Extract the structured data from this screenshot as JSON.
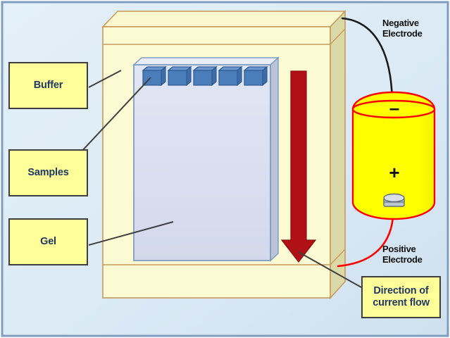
{
  "figure": {
    "title": "Gel electrophoresis apparatus diagram",
    "background_color": "#dfeef7",
    "frame_color": "#7f9dc0"
  },
  "callouts": [
    {
      "id": "buffer",
      "label": "Buffer",
      "points_to": "buffer-solution-in-tank"
    },
    {
      "id": "samples",
      "label": "Samples",
      "points_to": "sample-wells"
    },
    {
      "id": "gel",
      "label": "Gel",
      "points_to": "gel-slab"
    },
    {
      "id": "current",
      "label": "Direction of\ncurrent flow",
      "line1": "Direction of",
      "line2": "current flow",
      "points_to": "current-flow-arrow"
    }
  ],
  "electrodes": {
    "negative": {
      "line1": "Negative",
      "line2": "Electrode",
      "symbol": "–",
      "wire_color": "#1a1a1a"
    },
    "positive": {
      "line1": "Positive",
      "line2": "Electrode",
      "symbol": "+",
      "wire_color": "#ff0000"
    }
  },
  "battery": {
    "body_color": "#ffff00",
    "outline_color": "#ff0000",
    "terminal_color": "#b9c4cf"
  },
  "tank": {
    "front_color": "#fdfbd4",
    "side_color": "#dcd9a8",
    "top_color": "#fbf8cf",
    "border_color": "#c89a5b"
  },
  "gel_slab": {
    "face_color": "#dadef0",
    "edge_color": "#7f9dc0",
    "well_count": 5,
    "well_color": "#4a7ebb",
    "well_top_color": "#6b97cd"
  },
  "current_arrow": {
    "color": "#b01116",
    "direction": "down"
  }
}
